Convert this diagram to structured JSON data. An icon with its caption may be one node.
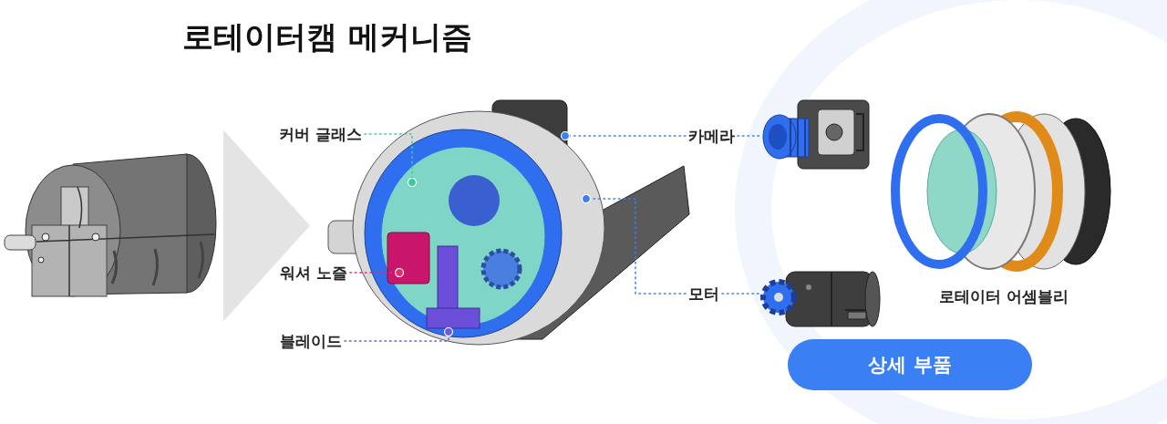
{
  "diagram": {
    "title": "로테이터캠 메커니즘",
    "nodes": [
      {
        "text": [],
        "shape": "picture"
      },
      {
        "text": [],
        "shape": "picture"
      },
      {
        "text": [
          "커버 글래스"
        ]
      },
      {
        "text": [
          "워셔 노즐"
        ]
      },
      {
        "text": [
          "블레이드"
        ]
      },
      {
        "text": [
          "카메라"
        ]
      },
      {
        "text": [
          "모터"
        ]
      },
      {
        "text": [],
        "shape": "picture"
      },
      {
        "text": [],
        "shape": "picture"
      },
      {
        "text": [],
        "shape": "picture",
        "beside": [
          "로테이터 어셈블리"
        ]
      }
    ],
    "edges": [
      {
        "from": 0,
        "to": 1,
        "arrow": "to",
        "color": "#e4e4e4"
      },
      {
        "from": 2,
        "to": 1,
        "arrow": "other",
        "color": "#3cc9a0"
      },
      {
        "from": 3,
        "to": 1,
        "arrow": "other",
        "color": "#e0306a"
      },
      {
        "from": 4,
        "to": 1,
        "arrow": "other",
        "color": "#6a5ae0"
      },
      {
        "from": 5,
        "to": 1,
        "arrow": "other"
      },
      {
        "from": 5,
        "to": 7,
        "arrow": "none"
      },
      {
        "from": 6,
        "to": 1,
        "arrow": "other"
      },
      {
        "from": 6,
        "to": 8,
        "arrow": "none"
      }
    ],
    "labels": [
      "상세 부품"
    ]
  }
}
